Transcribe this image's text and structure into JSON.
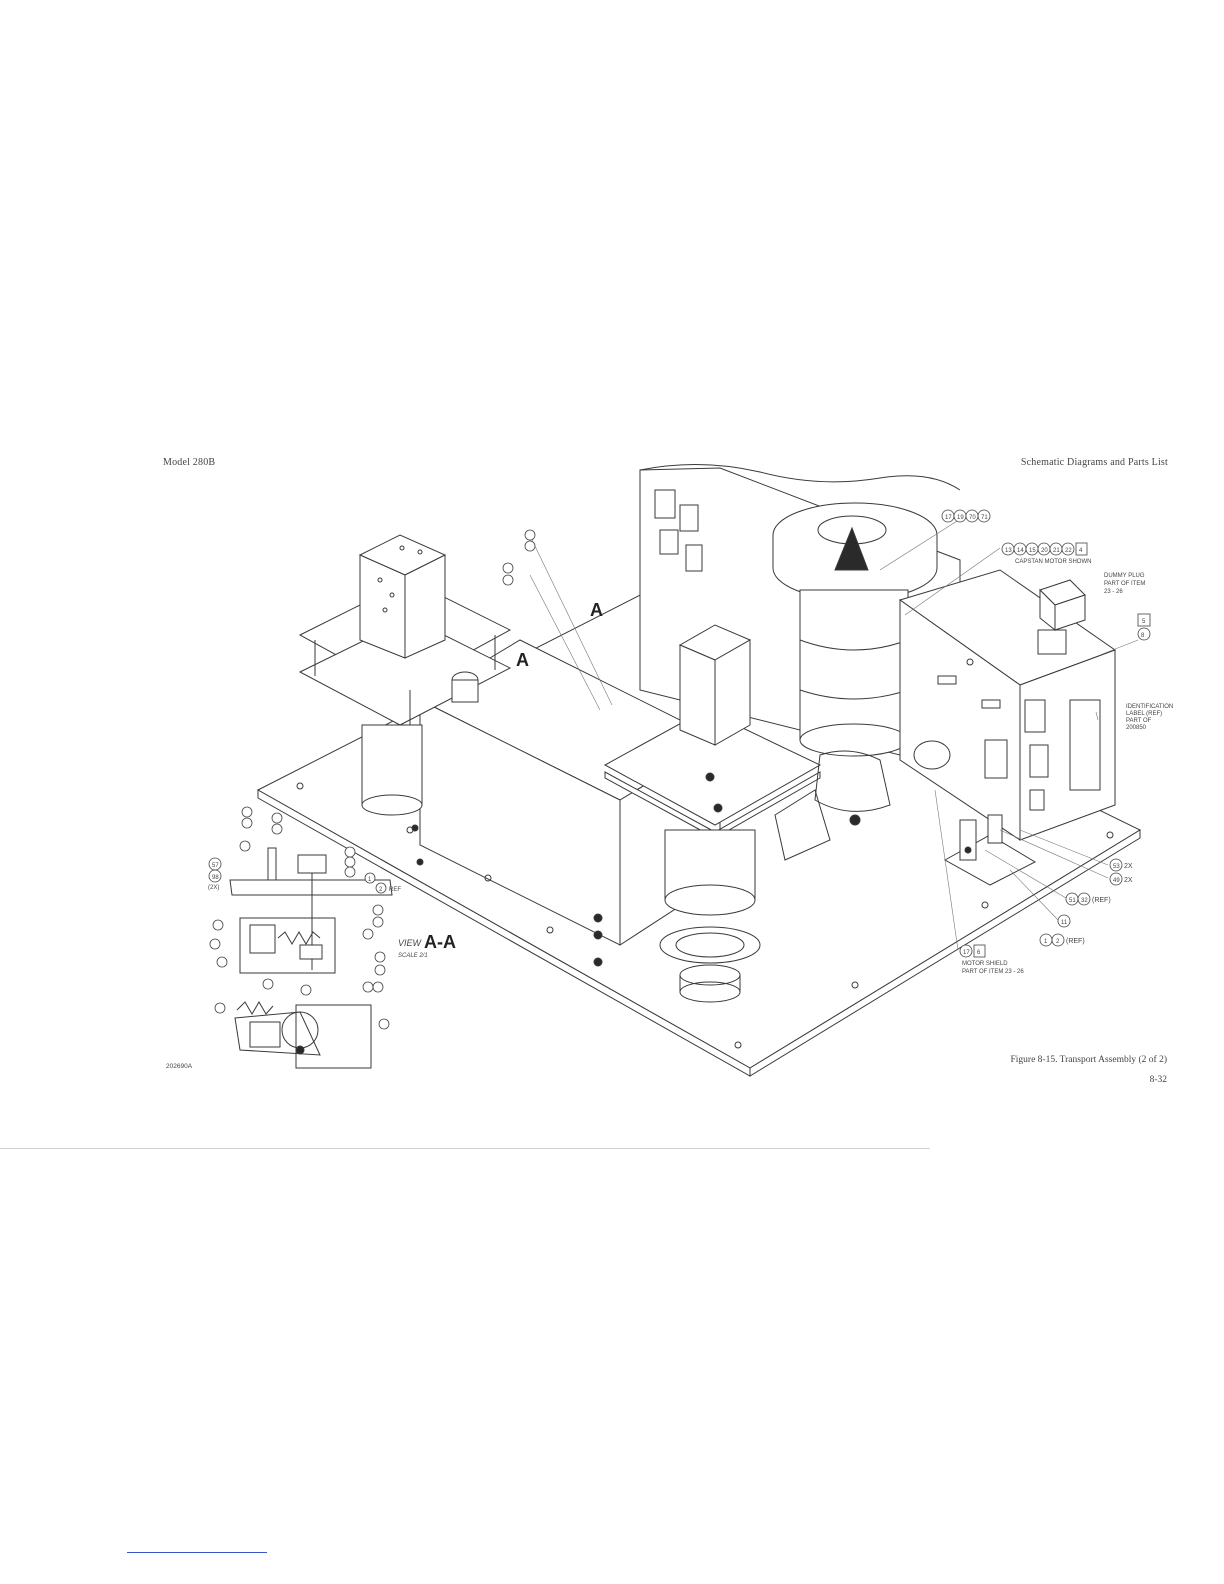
{
  "header": {
    "left": "Model 280B",
    "right": "Schematic  Diagrams and Parts List"
  },
  "figure": {
    "caption": "Figure 8-15.  Transport Assembly (2 of 2)",
    "page_number": "8-32",
    "drawing_number": "202690A"
  },
  "callouts": {
    "capstan_motor": "CAPSTAN MOTOR SHOWN",
    "dummy_plug": "DUMMY PLUG",
    "dummy_plug_part": "PART OF ITEM",
    "dummy_plug_items": "23 - 26",
    "identification_label": "IDENTIFICATION",
    "identification_label_2": "LABEL (REF)",
    "identification_part": "PART OF",
    "identification_number": "200850",
    "motor_shield": "MOTOR SHIELD",
    "motor_shield_part": "PART OF ITEM 23 - 26",
    "ref_2": "(REF)",
    "ref_1": "(REF)",
    "qty_2x_a": "2X",
    "qty_2x_b": "2X"
  },
  "view": {
    "title": "VIEW",
    "letters": "A-A",
    "scale": "SCALE 2/1",
    "section_a": "A"
  },
  "item_numbers": {
    "top_group": [
      "17",
      "19",
      "70",
      "71"
    ],
    "capstan_group": [
      "13",
      "14",
      "15",
      "20",
      "21",
      "22"
    ],
    "box_4": "4",
    "box_5": "5",
    "circ_8": "8",
    "right_a": "53",
    "right_b": "49",
    "right_c1": "51",
    "right_c2": "32",
    "right_d": "11",
    "right_e1": "1",
    "right_e2": "2",
    "motor_a": "17",
    "motor_b": "6",
    "left_a": "57",
    "left_b": "98",
    "left_qty": "(2X)",
    "detail_ref1": "1",
    "detail_ref2": "2",
    "detail_ref": "REF"
  }
}
